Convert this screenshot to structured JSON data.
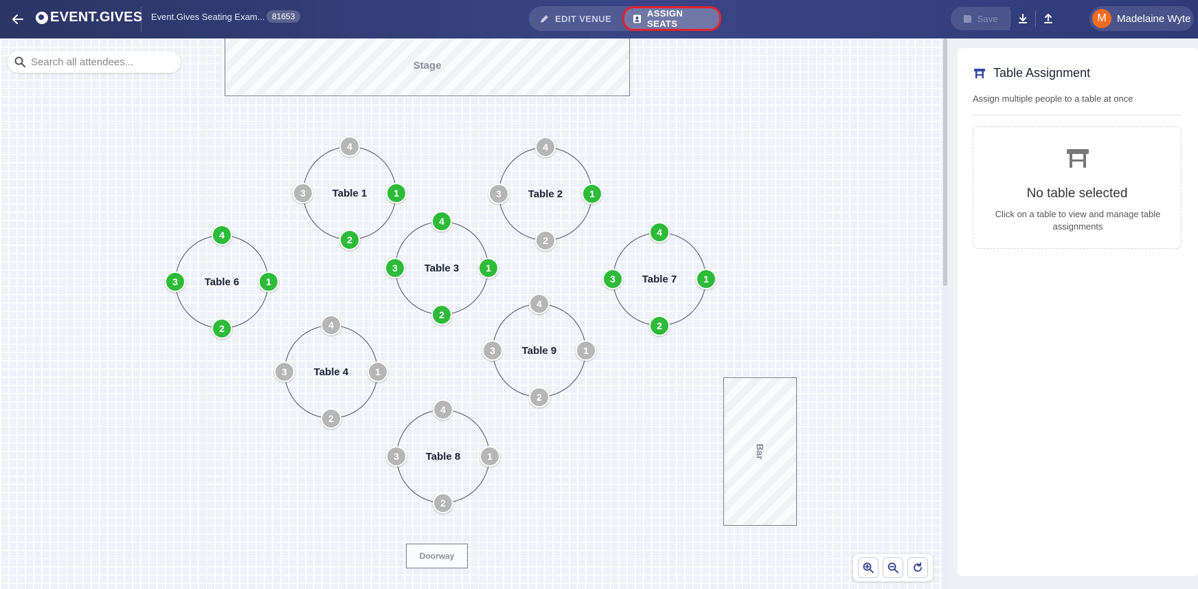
{
  "header": {
    "logo_text": "EVENT.GIVES",
    "event_title": "Event.Gives Seating Exam...",
    "event_badge": "81653",
    "modes": [
      {
        "label": "EDIT VENUE",
        "icon": "pencil-icon",
        "active": false
      },
      {
        "label": "ASSIGN SEATS",
        "icon": "contact-icon",
        "active": true
      }
    ],
    "save_label": "Save",
    "user_initial": "M",
    "user_name": "Madelaine Wyte",
    "colors": {
      "header": "#333d78",
      "highlight": "#e0242c",
      "avatar": "#f36b21"
    }
  },
  "search": {
    "placeholder": "Search all attendees..."
  },
  "venue": {
    "stage_label": "Stage",
    "bar_label": "Bar",
    "doorway_label": "Doorway",
    "tables": [
      {
        "id": "table-1",
        "label": "Table 1",
        "seats": [
          {
            "n": "1",
            "taken": true
          },
          {
            "n": "2",
            "taken": true
          },
          {
            "n": "3",
            "taken": false
          },
          {
            "n": "4",
            "taken": false
          }
        ]
      },
      {
        "id": "table-2",
        "label": "Table 2",
        "seats": [
          {
            "n": "1",
            "taken": true
          },
          {
            "n": "2",
            "taken": false
          },
          {
            "n": "3",
            "taken": false
          },
          {
            "n": "4",
            "taken": false
          }
        ]
      },
      {
        "id": "table-3",
        "label": "Table 3",
        "seats": [
          {
            "n": "1",
            "taken": true
          },
          {
            "n": "2",
            "taken": true
          },
          {
            "n": "3",
            "taken": true
          },
          {
            "n": "4",
            "taken": true
          }
        ]
      },
      {
        "id": "table-4",
        "label": "Table 4",
        "seats": [
          {
            "n": "1",
            "taken": false
          },
          {
            "n": "2",
            "taken": false
          },
          {
            "n": "3",
            "taken": false
          },
          {
            "n": "4",
            "taken": false
          }
        ]
      },
      {
        "id": "table-6",
        "label": "Table 6",
        "seats": [
          {
            "n": "1",
            "taken": true
          },
          {
            "n": "2",
            "taken": true
          },
          {
            "n": "3",
            "taken": true
          },
          {
            "n": "4",
            "taken": true
          }
        ]
      },
      {
        "id": "table-7",
        "label": "Table 7",
        "seats": [
          {
            "n": "1",
            "taken": true
          },
          {
            "n": "2",
            "taken": true
          },
          {
            "n": "3",
            "taken": true
          },
          {
            "n": "4",
            "taken": true
          }
        ]
      },
      {
        "id": "table-8",
        "label": "Table 8",
        "seats": [
          {
            "n": "1",
            "taken": false
          },
          {
            "n": "2",
            "taken": false
          },
          {
            "n": "3",
            "taken": false
          },
          {
            "n": "4",
            "taken": false
          }
        ]
      },
      {
        "id": "table-9",
        "label": "Table 9",
        "seats": [
          {
            "n": "1",
            "taken": false
          },
          {
            "n": "2",
            "taken": false
          },
          {
            "n": "3",
            "taken": false
          },
          {
            "n": "4",
            "taken": false
          }
        ]
      }
    ],
    "seat_colors": {
      "taken": "#2dbb39",
      "empty": "#b6b6b6"
    }
  },
  "panel": {
    "title": "Table Assignment",
    "subtitle": "Assign multiple people to a table at once",
    "empty_title": "No table selected",
    "empty_desc": "Click on a table to view and manage table assignments",
    "accent": "#3347a8"
  }
}
